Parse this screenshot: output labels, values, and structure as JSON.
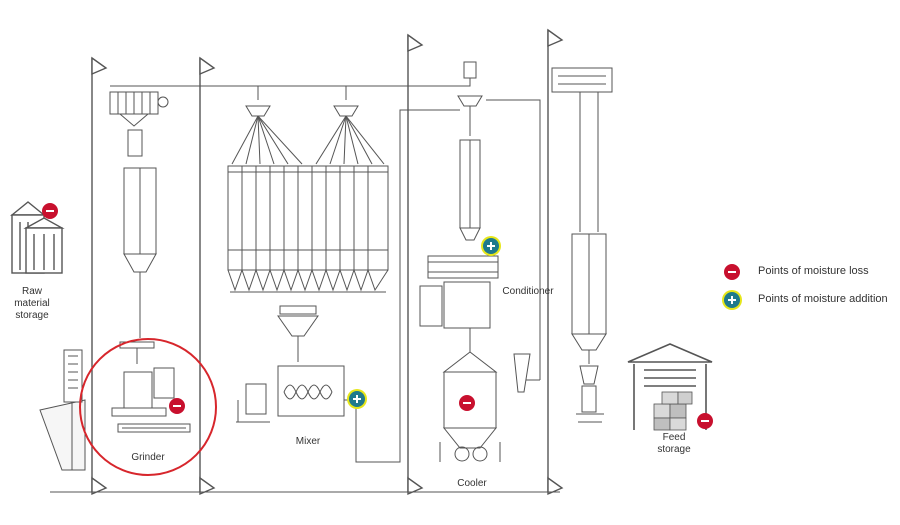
{
  "labels": {
    "raw_storage": "Raw\nmaterial\nstorage",
    "grinder": "Grinder",
    "mixer": "Mixer",
    "conditioner": "Conditioner",
    "cooler": "Cooler",
    "feed_storage": "Feed\nstorage"
  },
  "legend": {
    "loss": "Points of moisture loss",
    "addition": "Points of moisture addition"
  },
  "colors": {
    "loss": "#c8102e",
    "addition": "#1f7a8c",
    "addition_ring": "#e6e61a",
    "highlight": "#d7262c",
    "line": "#555555"
  },
  "markers": [
    {
      "kind": "loss",
      "name": "loss-marker-raw-storage"
    },
    {
      "kind": "loss",
      "name": "loss-marker-grinder"
    },
    {
      "kind": "addition",
      "name": "addition-marker-mixer"
    },
    {
      "kind": "addition",
      "name": "addition-marker-conditioner"
    },
    {
      "kind": "loss",
      "name": "loss-marker-cooler"
    },
    {
      "kind": "loss",
      "name": "loss-marker-feed-storage"
    }
  ]
}
